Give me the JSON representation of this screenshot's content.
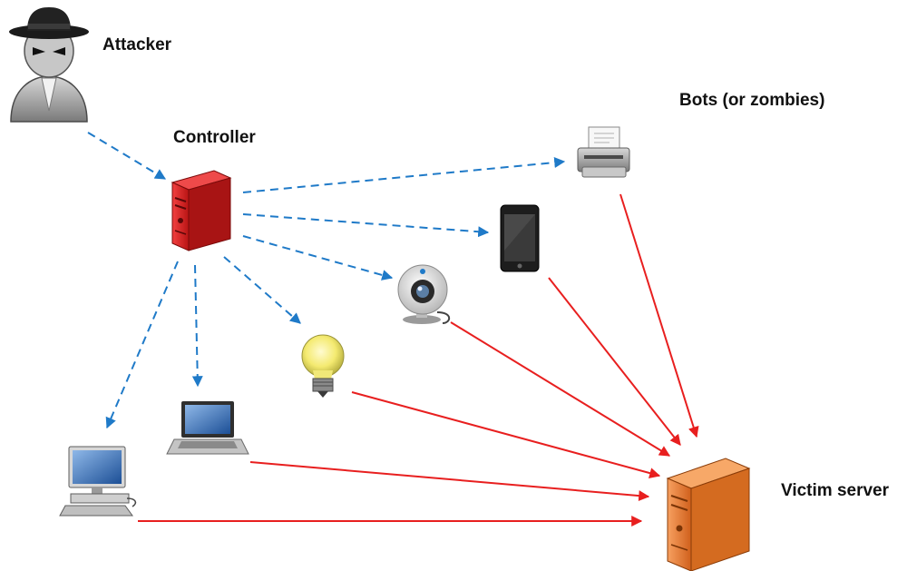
{
  "labels": {
    "attacker": "Attacker",
    "controller": "Controller",
    "bots": "Bots (or zombies)",
    "victim": "Victim server"
  },
  "colors": {
    "command_arrow": "#1f7ac8",
    "attack_arrow": "#e81f1f",
    "controller_server": "#d81e1e",
    "victim_server": "#e8772b"
  },
  "nodes": [
    {
      "name": "attacker",
      "icon": "spy-attacker-icon"
    },
    {
      "name": "controller",
      "icon": "red-server-icon"
    },
    {
      "name": "printer",
      "icon": "printer-icon"
    },
    {
      "name": "smartphone",
      "icon": "smartphone-icon"
    },
    {
      "name": "webcam",
      "icon": "webcam-icon"
    },
    {
      "name": "lightbulb",
      "icon": "lightbulb-icon"
    },
    {
      "name": "laptop",
      "icon": "laptop-icon"
    },
    {
      "name": "desktop",
      "icon": "desktop-computer-icon"
    },
    {
      "name": "victim",
      "icon": "orange-server-icon"
    }
  ],
  "edges": [
    {
      "from": "attacker",
      "to": "controller",
      "style": "dashed-blue"
    },
    {
      "from": "controller",
      "to": "printer",
      "style": "dashed-blue"
    },
    {
      "from": "controller",
      "to": "smartphone",
      "style": "dashed-blue"
    },
    {
      "from": "controller",
      "to": "webcam",
      "style": "dashed-blue"
    },
    {
      "from": "controller",
      "to": "lightbulb",
      "style": "dashed-blue"
    },
    {
      "from": "controller",
      "to": "laptop",
      "style": "dashed-blue"
    },
    {
      "from": "controller",
      "to": "desktop",
      "style": "dashed-blue"
    },
    {
      "from": "printer",
      "to": "victim",
      "style": "solid-red"
    },
    {
      "from": "smartphone",
      "to": "victim",
      "style": "solid-red"
    },
    {
      "from": "webcam",
      "to": "victim",
      "style": "solid-red"
    },
    {
      "from": "lightbulb",
      "to": "victim",
      "style": "solid-red"
    },
    {
      "from": "laptop",
      "to": "victim",
      "style": "solid-red"
    },
    {
      "from": "desktop",
      "to": "victim",
      "style": "solid-red"
    }
  ]
}
